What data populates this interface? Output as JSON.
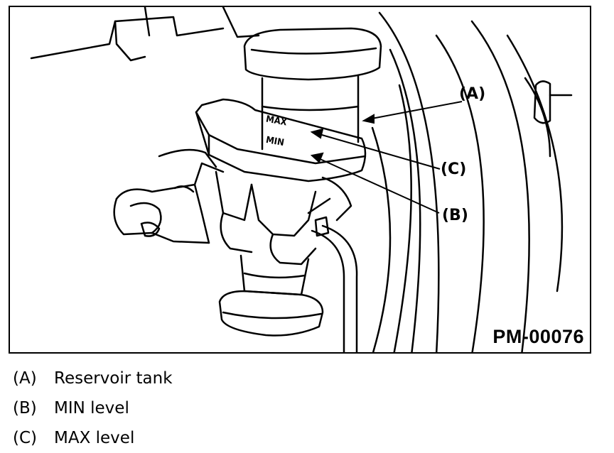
{
  "figure": {
    "id_label": "PM-00076",
    "callouts": {
      "a": "(A)",
      "b": "(B)",
      "c": "(C)"
    },
    "reservoir_marks": {
      "max": "MAX",
      "min": "MIN"
    }
  },
  "legend": [
    {
      "key": "(A)",
      "text": "Reservoir tank"
    },
    {
      "key": "(B)",
      "text": "MIN level"
    },
    {
      "key": "(C)",
      "text": "MAX level"
    }
  ]
}
